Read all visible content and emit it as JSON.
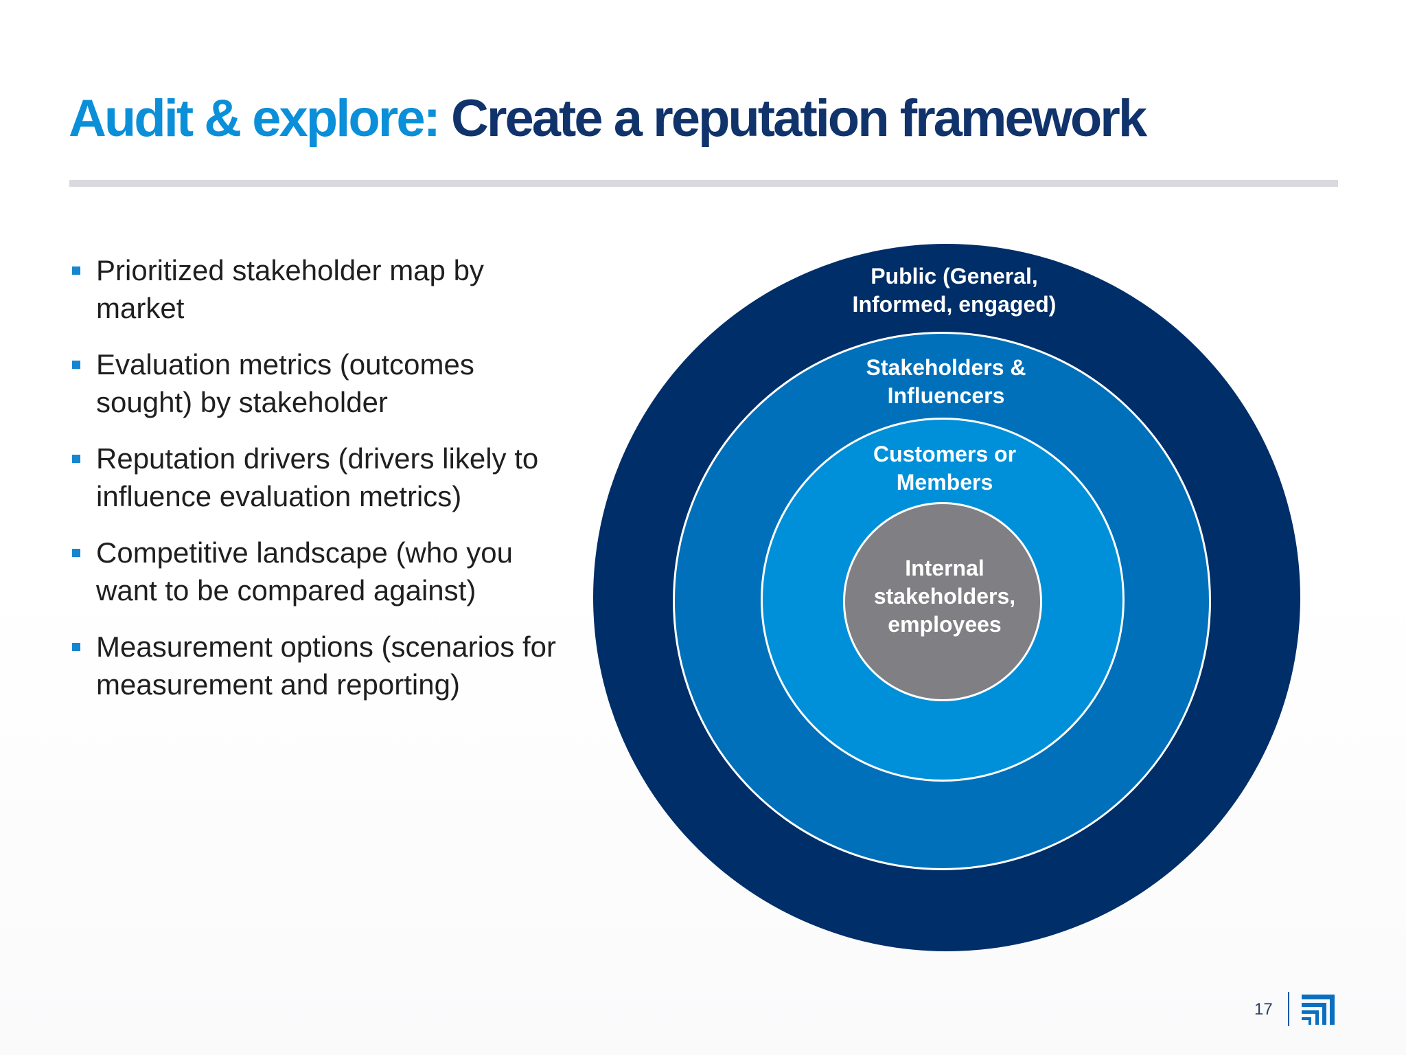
{
  "title": {
    "accent": "Audit & explore:",
    "main": "Create a reputation framework"
  },
  "bullets": [
    "Prioritized stakeholder map by market",
    "Evaluation metrics (outcomes sought) by stakeholder",
    "Reputation drivers (drivers likely to influence evaluation metrics)",
    "Competitive landscape (who you want to be compared against)",
    "Measurement options (scenarios for measurement and reporting)"
  ],
  "diagram": {
    "rings": [
      {
        "label_lines": [
          "Public (General,",
          "Informed, engaged)"
        ],
        "color": "#002e68"
      },
      {
        "label_lines": [
          "Stakeholders &",
          "Influencers"
        ],
        "color": "#0070ba"
      },
      {
        "label_lines": [
          "Customers or",
          "Members"
        ],
        "color": "#0090d9"
      },
      {
        "label_lines": [
          "Internal",
          "stakeholders,",
          "employees"
        ],
        "color": "#808084"
      }
    ]
  },
  "footer": {
    "page_number": "17",
    "logo_icon": "brand-logo-icon"
  },
  "colors": {
    "title_accent": "#0a8fd8",
    "title_main": "#11336b",
    "bullet_marker": "#1586cf",
    "rule": "#d9d9de"
  }
}
